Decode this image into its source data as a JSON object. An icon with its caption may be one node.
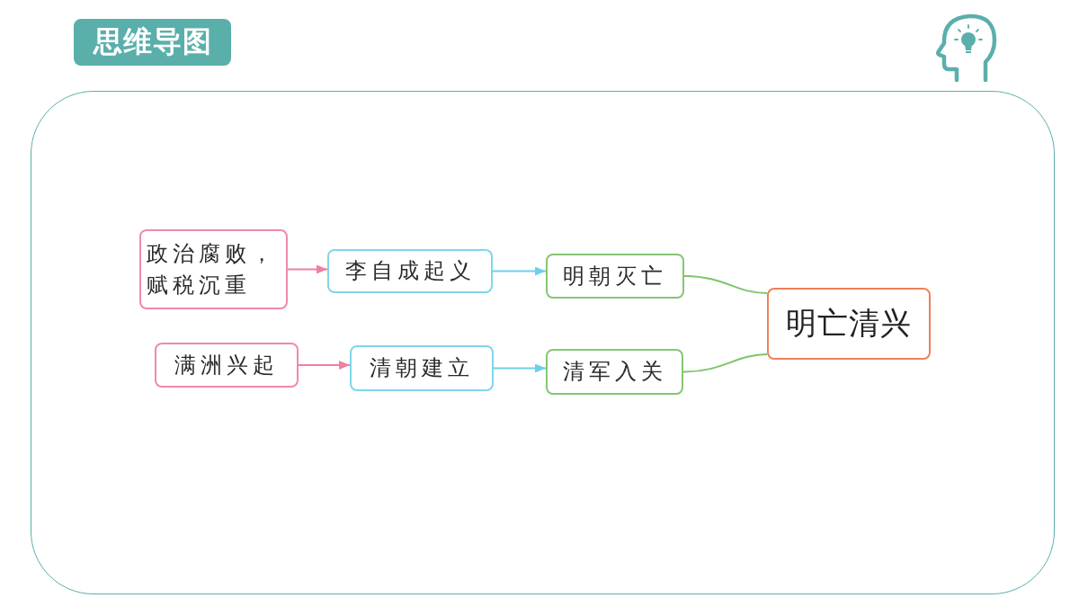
{
  "diagram": {
    "title": "思维导图",
    "nodes": [
      {
        "text": [
          "政治腐败，赋税沉重"
        ]
      },
      {
        "text": [
          "李自成起义"
        ]
      },
      {
        "text": [
          "明朝灭亡"
        ]
      },
      {
        "text": [
          "满洲兴起"
        ]
      },
      {
        "text": [
          "清朝建立"
        ]
      },
      {
        "text": [
          "清军入关"
        ]
      },
      {
        "text": [
          "明亡清兴"
        ]
      }
    ],
    "edges": [
      {
        "from": 0,
        "to": 1,
        "arrow": "to",
        "color": "#f07fa0"
      },
      {
        "from": 1,
        "to": 2,
        "arrow": "to",
        "color": "#6fcfea"
      },
      {
        "from": 2,
        "to": 6,
        "arrow": "none",
        "color": "#7cc46a"
      },
      {
        "from": 3,
        "to": 4,
        "arrow": "to",
        "color": "#f07fa0"
      },
      {
        "from": 4,
        "to": 5,
        "arrow": "to",
        "color": "#6fcfea"
      },
      {
        "from": 5,
        "to": 6,
        "arrow": "none",
        "color": "#7cc46a"
      }
    ]
  }
}
